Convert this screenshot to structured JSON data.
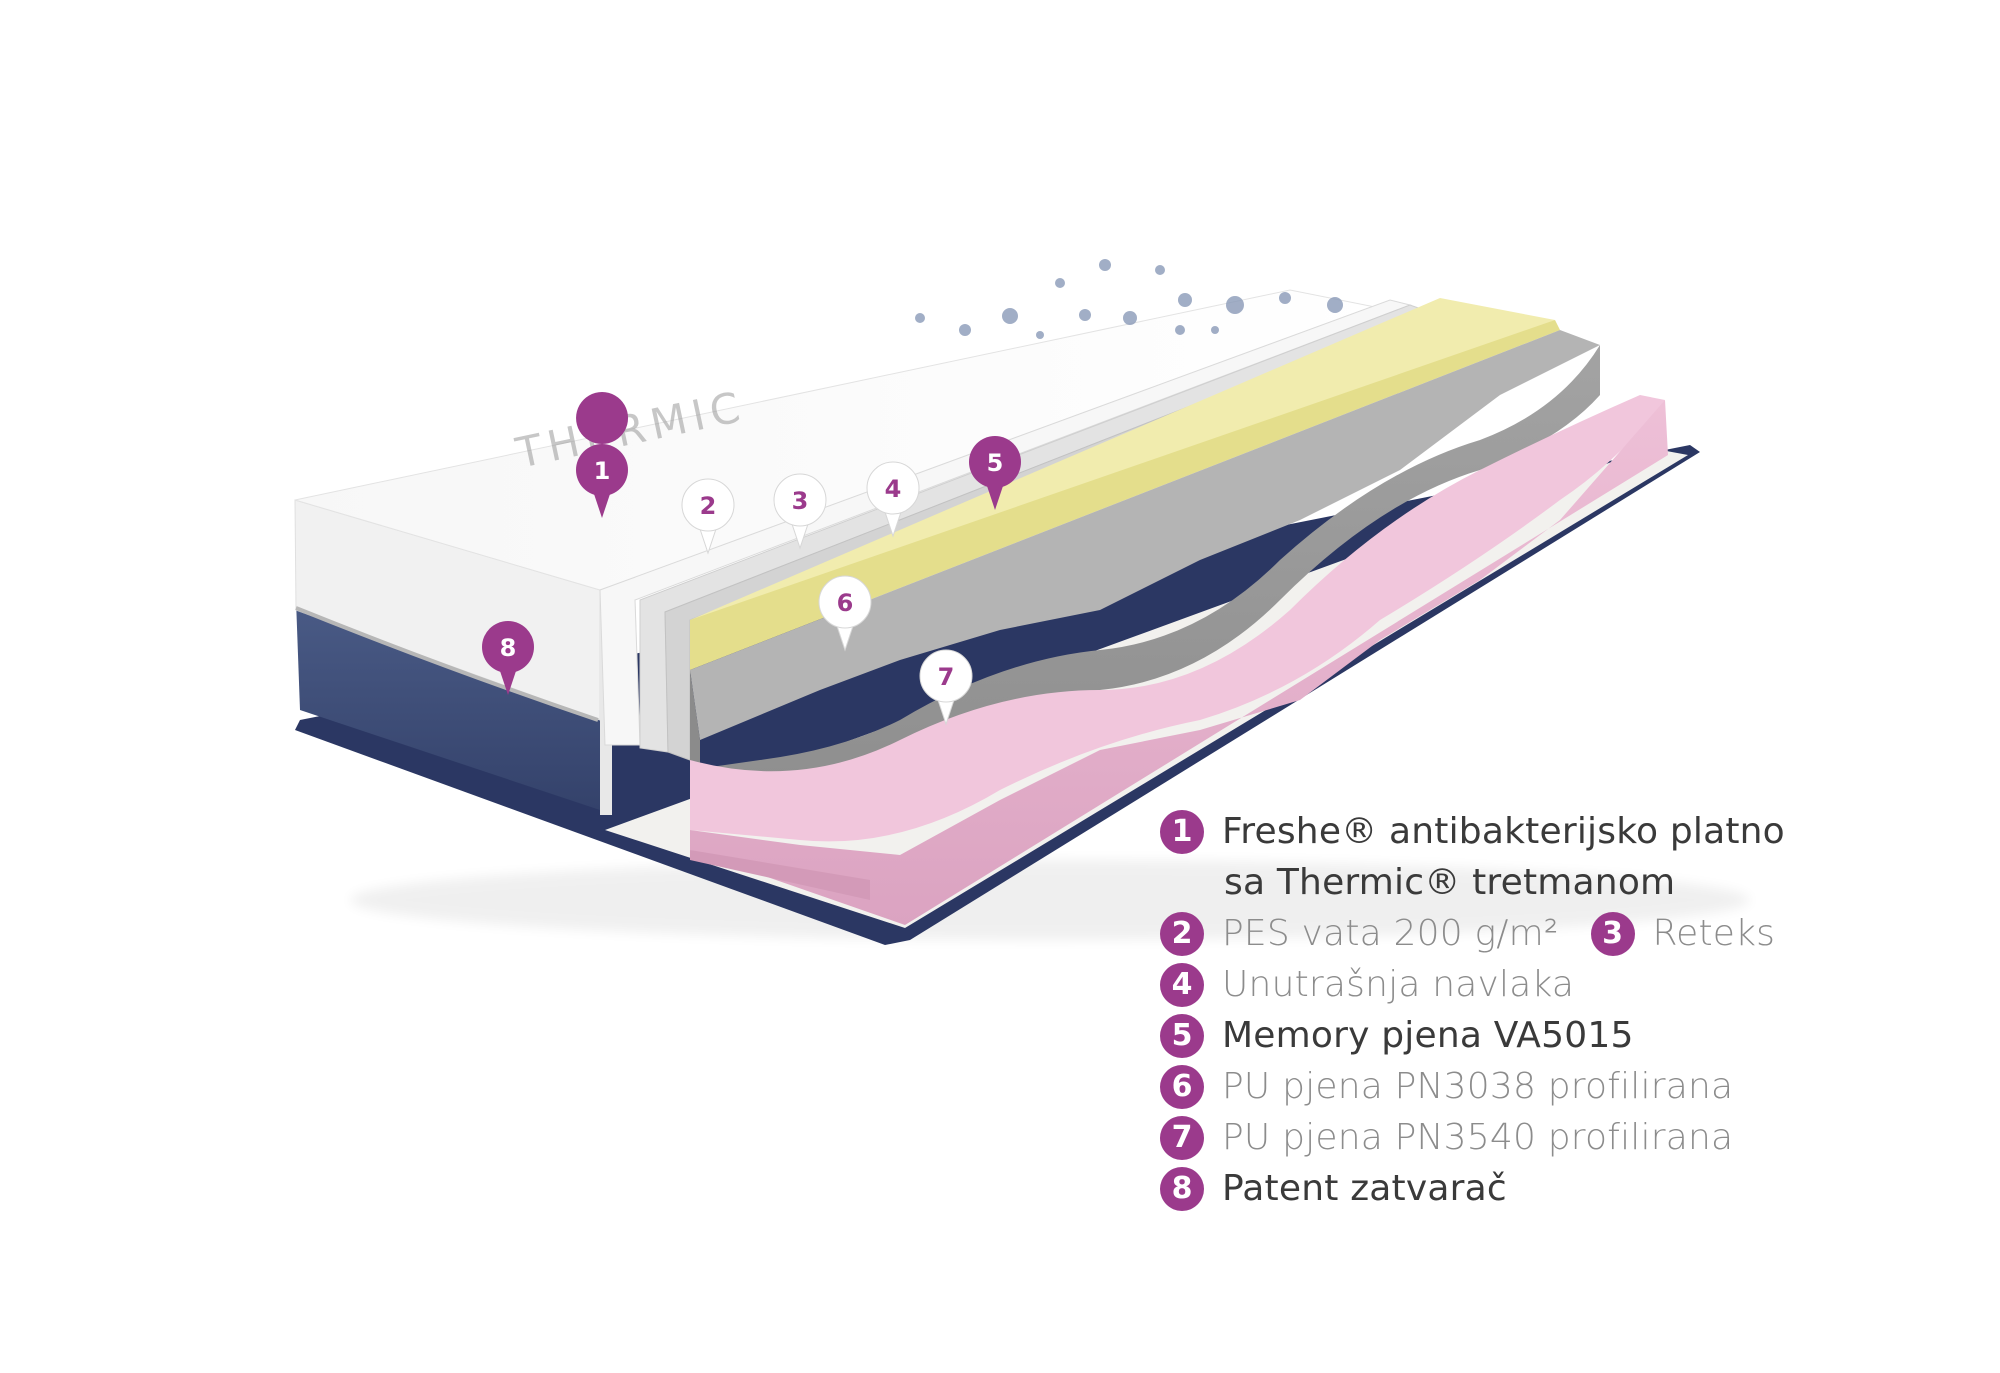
{
  "colors": {
    "badge": "#9b3a8c",
    "text_dark": "#3a3a3a",
    "text_light": "#8c8c8c",
    "cover_white": "#f4f4f4",
    "cover_blue": "#3f4f7a",
    "memory_foam": "#ece79c",
    "pu_foam_grey": "#9a9a9a",
    "pu_foam_pink": "#e8b4cf"
  },
  "product_logo_text": "THERMIC",
  "markers": [
    "1",
    "2",
    "3",
    "4",
    "5",
    "6",
    "7",
    "8"
  ],
  "legend": [
    {
      "number": "1",
      "lines": [
        "Freshe® antibakterijsko platno",
        "sa Thermic® tretmanom"
      ]
    },
    {
      "number": "2",
      "text": "PES vata 200 g/m²",
      "extra_number": "3",
      "extra_text": "Reteks"
    },
    {
      "number": "4",
      "text": "Unutrašnja navlaka"
    },
    {
      "number": "5",
      "text": "Memory pjena VA5015"
    },
    {
      "number": "6",
      "text": "PU pjena PN3038 profilirana"
    },
    {
      "number": "7",
      "text": "PU pjena PN3540 profilirana"
    },
    {
      "number": "8",
      "text": "Patent zatvarač"
    }
  ]
}
